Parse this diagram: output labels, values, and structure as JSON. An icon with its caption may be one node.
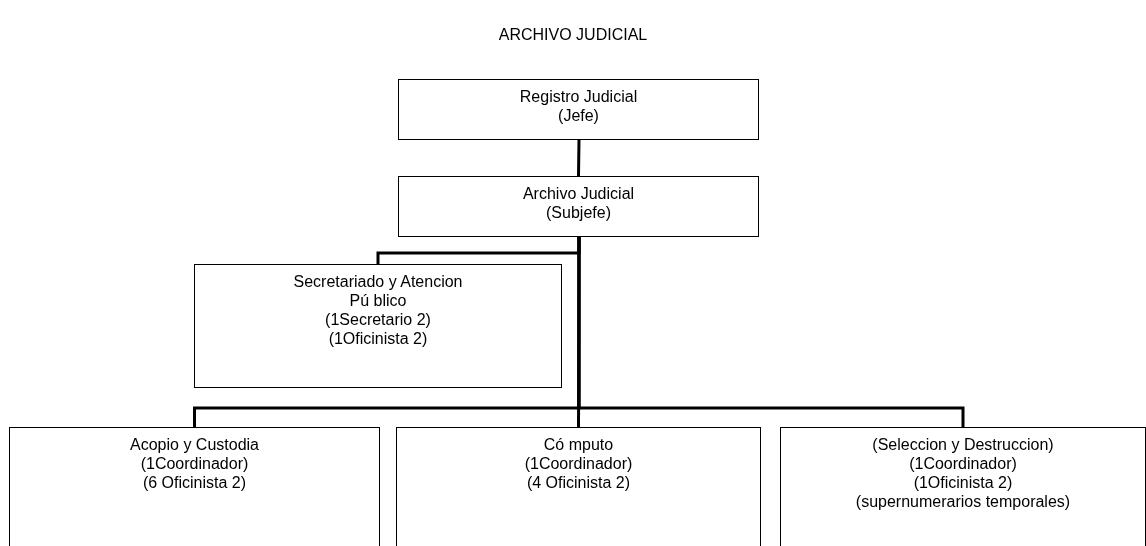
{
  "diagram": {
    "title": "ARCHIVO JUDICIAL",
    "nodes": [
      {
        "text": [
          "Registro Judicial",
          "(Jefe)"
        ]
      },
      {
        "text": [
          "Archivo Judicial",
          "(Subjefe)"
        ]
      },
      {
        "text": [
          "Secretariado y Atencion Pú blico",
          "(1Secretario 2)",
          "(1Oficinista 2)"
        ]
      },
      {
        "text": [
          "Acopio y Custodia",
          "(1Coordinador)",
          "(6 Oficinista 2)"
        ]
      },
      {
        "text": [
          "Có mputo",
          "(1Coordinador)",
          "(4 Oficinista 2)"
        ]
      },
      {
        "text": [
          "(Seleccion y Destruccion)",
          "(1Coordinador)",
          "(1Oficinista 2)",
          "(supernumerarios temporales)"
        ]
      }
    ],
    "edges": [
      {
        "from": 0,
        "to": 1,
        "arrow": "none"
      },
      {
        "from": 1,
        "to": 2,
        "arrow": "none"
      },
      {
        "from": 1,
        "to": 3,
        "arrow": "none"
      },
      {
        "from": 1,
        "to": 4,
        "arrow": "none"
      },
      {
        "from": 1,
        "to": 5,
        "arrow": "none"
      }
    ]
  }
}
